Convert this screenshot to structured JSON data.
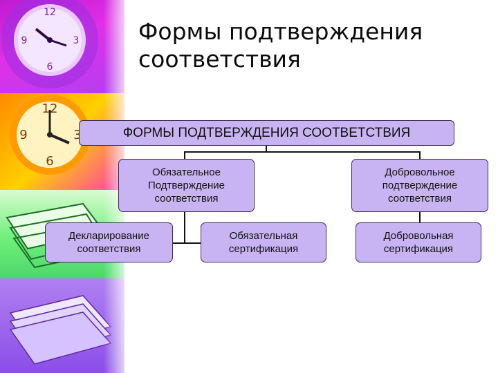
{
  "slide": {
    "title_line1": "Формы подтверждения",
    "title_line2": "соответствия"
  },
  "diagram": {
    "root": "ФОРМЫ ПОДТВЕРЖДЕНИЯ СООТВЕТСТВИЯ",
    "mandatory": {
      "label": "Обязательное\nПодтверждение\nсоответствия",
      "children": [
        "Декларирование\nсоответствия",
        "Обязательная\nсертификация"
      ]
    },
    "voluntary": {
      "label": "Добровольное\nподтверждение\nсоответствия",
      "children": [
        "Добровольная\nсертификация"
      ]
    }
  },
  "decor": {
    "images": [
      "clock-purple-icon",
      "clock-orange-icon",
      "papers-green-icon",
      "papers-violet-icon"
    ],
    "colors": {
      "box_fill": "#c8b4f2",
      "box_border": "#3a2a58",
      "connector": "#111111"
    }
  }
}
